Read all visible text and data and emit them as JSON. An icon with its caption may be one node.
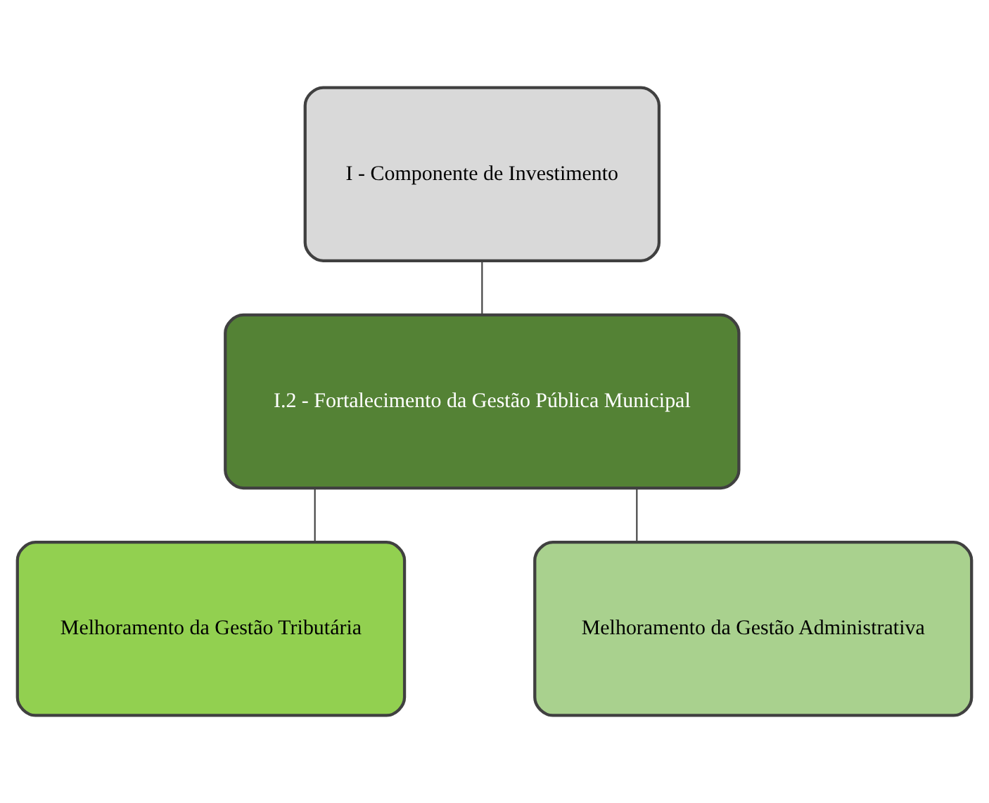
{
  "diagram": {
    "nodes": [
      {
        "text": [
          "I - Componente de Investimento"
        ]
      },
      {
        "text": [
          "I.2 - Fortalecimento da Gestão Pública Municipal"
        ]
      },
      {
        "text": [
          "Melhoramento da Gestão Tributária"
        ]
      },
      {
        "text": [
          "Melhoramento da Gestão Administrativa"
        ]
      }
    ],
    "edges": [
      {
        "from": 0,
        "to": 1,
        "arrow": "none"
      },
      {
        "from": 1,
        "to": 2,
        "arrow": "none"
      },
      {
        "from": 1,
        "to": 3,
        "arrow": "none"
      }
    ]
  }
}
